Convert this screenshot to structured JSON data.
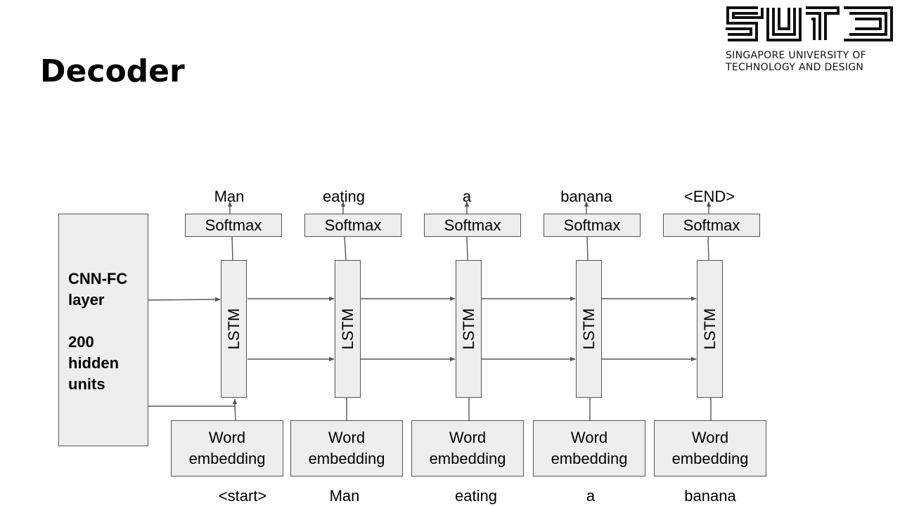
{
  "slide": {
    "title": "Decoder"
  },
  "logo": {
    "line1": "SINGAPORE UNIVERSITY OF",
    "line2": "TECHNOLOGY AND DESIGN"
  },
  "diagram": {
    "cnn_block": {
      "line1": "CNN-FC",
      "line2": "layer",
      "line3": "200",
      "line4": "hidden",
      "line5": "units"
    },
    "softmax_label": "Softmax",
    "lstm_label": "LSTM",
    "embedding_line1": "Word",
    "embedding_line2": "embedding",
    "outputs": [
      "Man",
      "eating",
      "a",
      "banana",
      "<END>"
    ],
    "inputs": [
      "<start>",
      "Man",
      "eating",
      "a",
      "banana"
    ]
  }
}
